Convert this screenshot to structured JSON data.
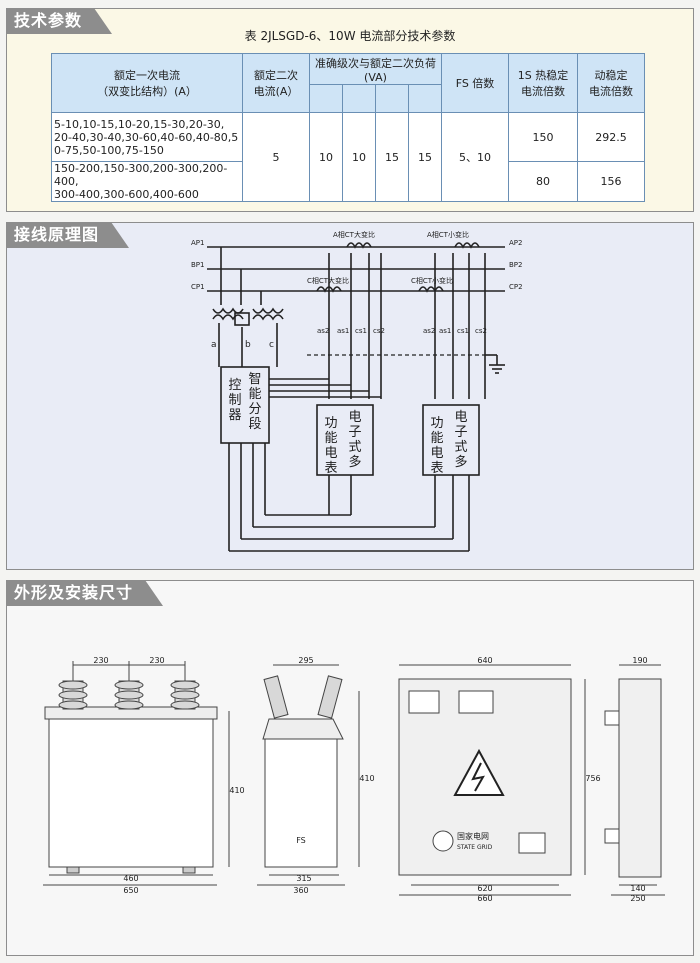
{
  "sections": {
    "tech": "技术参数",
    "wiring": "接线原理图",
    "dims": "外形及安装尺寸"
  },
  "table": {
    "caption": "表 2JLSGD-6、10W 电流部分技术参数",
    "headers": {
      "primary_l1": "额定一次电流",
      "primary_l2": "（双变比结构）(A）",
      "secondary_l1": "额定二次",
      "secondary_l2": "电流(A）",
      "accuracy_l1": "准确级次与额定二次负荷",
      "accuracy_l2": "(VA)",
      "fs": "FS 倍数",
      "thermal_l1": "1S 热稳定",
      "thermal_l2": "电流倍数",
      "dynamic_l1": "动稳定",
      "dynamic_l2": "电流倍数"
    },
    "rows": [
      {
        "range_l1": "5-10,10-15,10-20,15-30,20-30,",
        "range_l2": "20-40,30-40,30-60,40-60,40-80,5",
        "range_l3": "0-75,50-100,75-150",
        "thermal": "150",
        "dynamic": "292.5"
      },
      {
        "range_l1": "150-200,150-300,200-300,200-400,",
        "range_l2": "300-400,300-600,400-600",
        "thermal": "80",
        "dynamic": "156"
      }
    ],
    "secondary": "5",
    "accuracy": [
      "10",
      "10",
      "15",
      "15"
    ],
    "fs": "5、10"
  },
  "wiring": {
    "phases": [
      "AP1",
      "BP1",
      "CP1"
    ],
    "outs": [
      "AP2",
      "BP2",
      "CP2"
    ],
    "ct_large_a": "A相CT大变比",
    "ct_small_a": "A相CT小变比",
    "ct_large_c": "C相CT大变比",
    "ct_small_c": "C相CT小变比",
    "terminals": [
      "as2",
      "as1",
      "cs1",
      "cs2"
    ],
    "term_b": "b",
    "term_a": "a",
    "term_c": "c",
    "ctrl": [
      "控",
      "制",
      "器"
    ],
    "ctrl2": [
      "智",
      "能",
      "分",
      "段"
    ],
    "meter1a": [
      "功",
      "能",
      "电",
      "表"
    ],
    "meter1b": [
      "电",
      "子",
      "式",
      "多"
    ],
    "meter2a": [
      "功",
      "能",
      "电",
      "表"
    ],
    "meter2b": [
      "电",
      "子",
      "式",
      "多"
    ]
  },
  "dims": {
    "front_230a": "230",
    "front_230b": "230",
    "front_410": "410",
    "front_460": "460",
    "front_650": "650",
    "side_295": "295",
    "side_410": "410",
    "side_315": "315",
    "side_360": "360",
    "box_640": "640",
    "box_756": "756",
    "box_620": "620",
    "box_660": "660",
    "box_brand": "国家电网",
    "box_brand_en": "STATE GRID",
    "bs_190": "190",
    "bs_140": "140",
    "bs_250": "250",
    "fs_mark": "FS"
  }
}
